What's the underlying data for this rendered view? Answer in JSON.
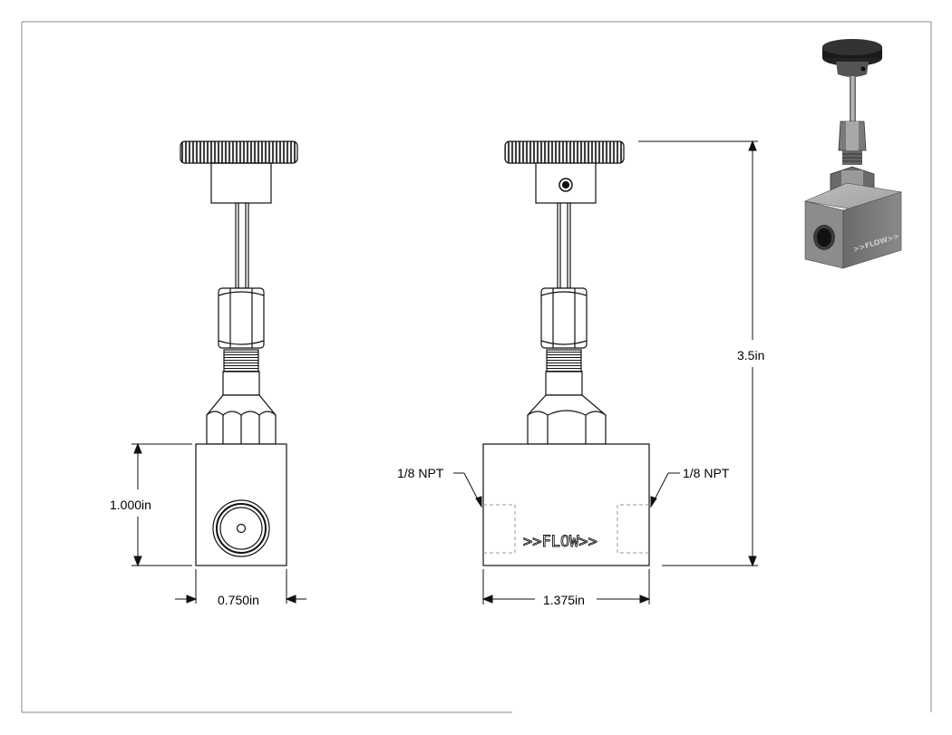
{
  "dimensions": {
    "height_body": "1.000in",
    "width_side": "0.750in",
    "width_front": "1.375in",
    "overall_height": "3.5in"
  },
  "callouts": {
    "left_port": "1/8 NPT",
    "right_port": "1/8 NPT"
  },
  "engraving": {
    "front": ">>FLOW>>",
    "iso": ">>FLOW>>"
  }
}
